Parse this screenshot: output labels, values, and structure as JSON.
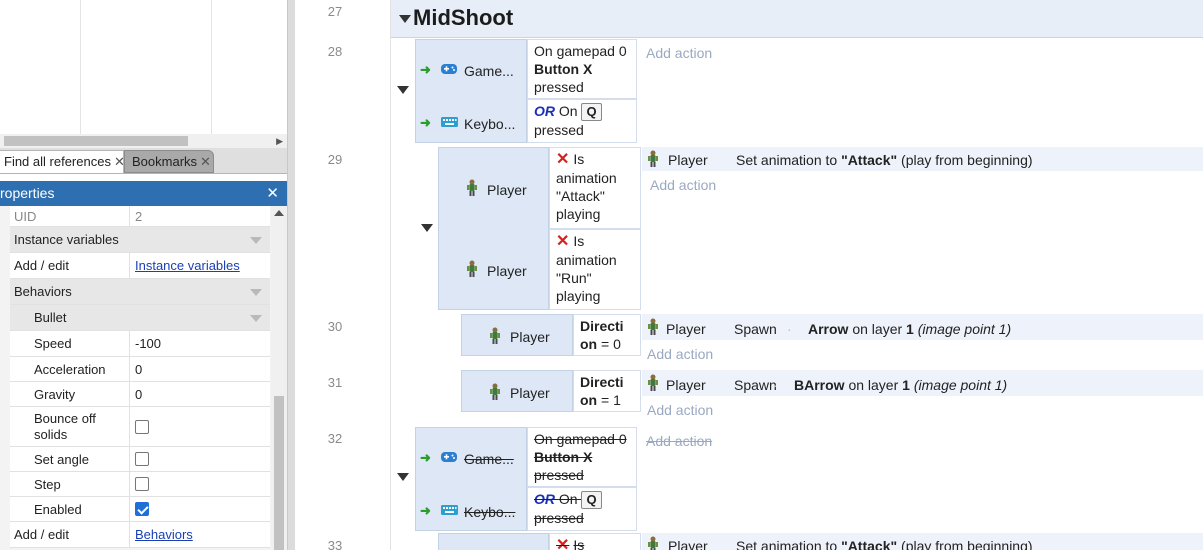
{
  "tabs": {
    "find_refs": "Find all references",
    "bookmarks": "Bookmarks"
  },
  "properties": {
    "title": "roperties",
    "rows": {
      "uid_key": "UID",
      "uid_val": "2",
      "instvars_group": "Instance variables",
      "addedit1_key": "Add / edit",
      "addedit1_val": "Instance variables",
      "behaviors_group": "Behaviors",
      "bullet_group": "Bullet",
      "speed_key": "Speed",
      "speed_val": "-100",
      "accel_key": "Acceleration",
      "accel_val": "0",
      "gravity_key": "Gravity",
      "gravity_val": "0",
      "bounce_key": "Bounce off solids",
      "setangle_key": "Set angle",
      "step_key": "Step",
      "enabled_key": "Enabled",
      "addedit2_key": "Add / edit",
      "addedit2_val": "Behaviors"
    },
    "checks": {
      "bounce": false,
      "setangle": false,
      "step": false,
      "enabled": true
    }
  },
  "sheet": {
    "line_numbers": [
      "27",
      "28",
      "29",
      "30",
      "31",
      "32",
      "33"
    ],
    "group_title": "MidShoot",
    "ev28": {
      "gamepad_obj": "Game...",
      "keyboard_obj": "Keybo...",
      "c1_l1": "On gamepad 0",
      "c1_l2": "Button X",
      "c1_l3": "pressed",
      "or": "OR",
      "on": "On",
      "key": "Q",
      "c2_l2": "pressed",
      "add_action": "Add action"
    },
    "ev29": {
      "obj1": "Player",
      "obj2": "Player",
      "c1_l1": "Is",
      "c1_l2": "animation",
      "c1_l3": "\"Attack\"",
      "c1_l4": "playing",
      "c2_l1": "Is",
      "c2_l2": "animation",
      "c2_l3": "\"Run\"",
      "c2_l4": "playing",
      "act_obj": "Player",
      "act_text1": "Set animation to ",
      "act_bold": "\"Attack\"",
      "act_text2": " (play from beginning)",
      "add_action": "Add action"
    },
    "ev30": {
      "obj": "Player",
      "cond_l1": "Directi",
      "cond_l2": "on",
      "cond_l3": " = 0",
      "act_obj": "Player",
      "act_verb": "Spawn",
      "act_bold": "Arrow",
      "act_mid": " on layer ",
      "act_layer": "1",
      "act_ital": " (image point 1)",
      "add_action": "Add action"
    },
    "ev31": {
      "obj": "Player",
      "cond_l1": "Directi",
      "cond_l2": "on",
      "cond_l3": " = 1",
      "act_obj": "Player",
      "act_verb": "Spawn",
      "act_bold": "BArrow",
      "act_mid": " on layer ",
      "act_layer": "1",
      "act_ital": " (image point 1)",
      "add_action": "Add action"
    },
    "ev32": {
      "gamepad_obj": "Game...",
      "keyboard_obj": "Keybo...",
      "c1_l1": "On gamepad 0",
      "c1_l2": "Button X",
      "c1_l3": "pressed",
      "or": "OR",
      "on": "On",
      "key": "Q",
      "c2_l2": "pressed",
      "add_action": "Add action"
    },
    "ev33": {
      "cond_l1": "Is",
      "act_obj": "Player",
      "act_text1": "Set animation to ",
      "act_bold": "\"Attack\"",
      "act_text2": " (play from beginning)"
    }
  },
  "colors": {
    "properties_header": "#2d6fb0",
    "link": "#1a3fb5",
    "or_keyword": "#1a2fb5",
    "event_bg": "#edf2fa",
    "add_action": "#9aa9c2"
  }
}
